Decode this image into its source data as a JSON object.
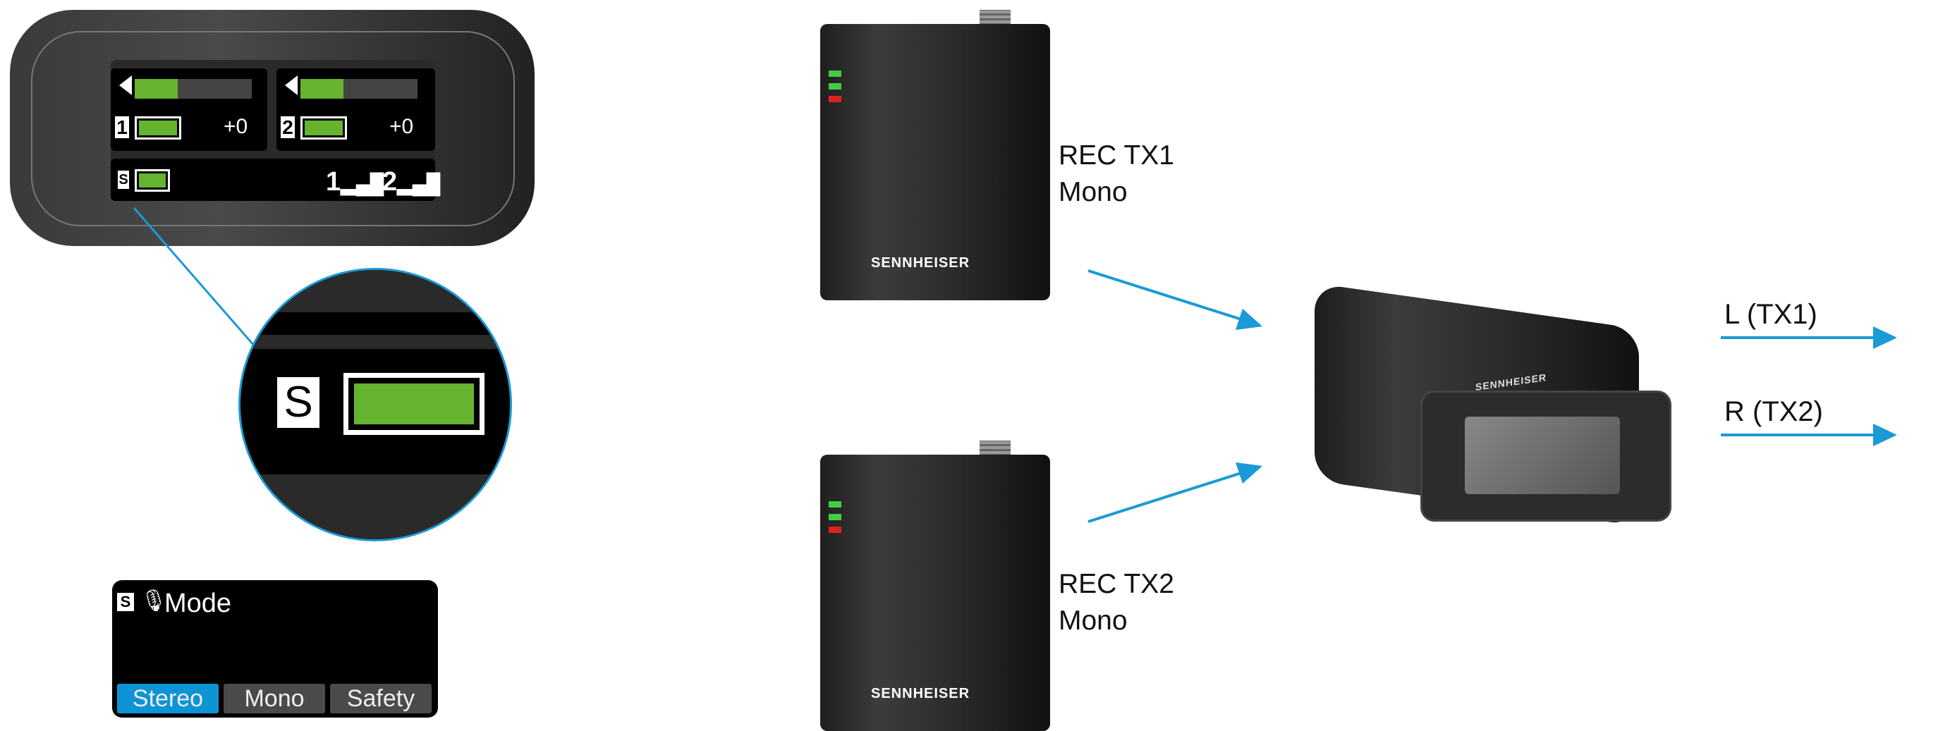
{
  "receiver_display": {
    "ch1": {
      "number": "1",
      "gain": "+0",
      "level_pct": 37,
      "battery_pct": 100
    },
    "ch2": {
      "number": "2",
      "gain": "+0",
      "level_pct": 37,
      "battery_pct": 100
    },
    "safety": {
      "label": "S",
      "battery_pct": 100,
      "signal1": "1",
      "signal2": "2"
    }
  },
  "magnifier": {
    "label": "S",
    "battery_pct": 100
  },
  "mode_screen": {
    "badge": "S",
    "title": "Mode",
    "options": [
      {
        "label": "Stereo",
        "selected": true
      },
      {
        "label": "Mono",
        "selected": false
      },
      {
        "label": "Safety",
        "selected": false
      }
    ]
  },
  "transmitters": [
    {
      "brand": "SENNHEISER",
      "label_line1": "REC TX1",
      "label_line2": "Mono"
    },
    {
      "brand": "SENNHEISER",
      "label_line1": "REC TX2",
      "label_line2": "Mono"
    }
  ],
  "receiver": {
    "brand": "SENNHEISER"
  },
  "outputs": [
    {
      "label": "L (TX1)"
    },
    {
      "label": "R (TX2)"
    }
  ],
  "colors": {
    "accent": "#1a9ad6",
    "battery": "#65b32e",
    "selected": "#0e93d4"
  }
}
